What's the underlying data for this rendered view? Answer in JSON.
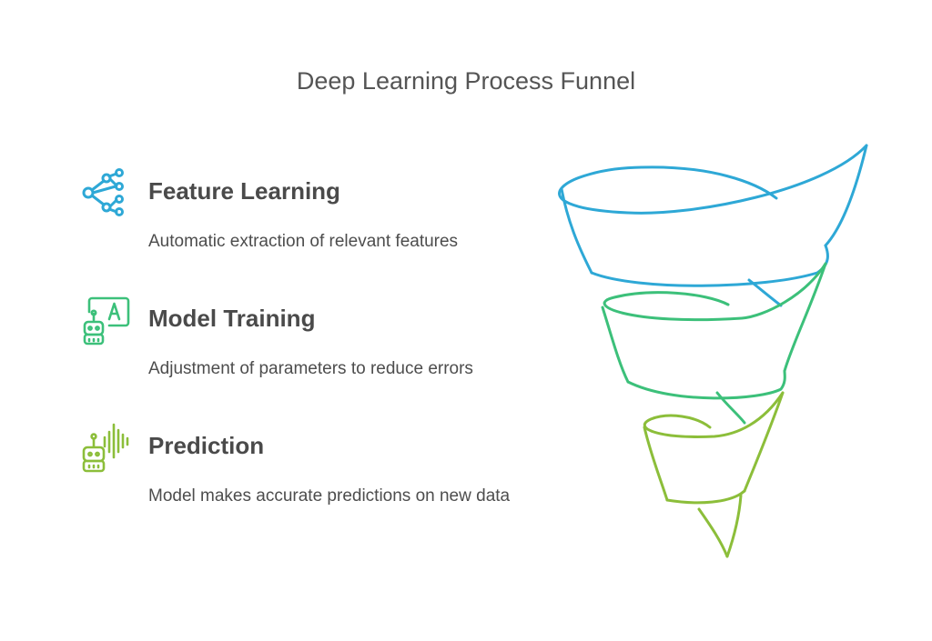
{
  "title": "Deep Learning Process Funnel",
  "colors": {
    "feature_learning": "#2ea8d6",
    "model_training": "#3cc07a",
    "prediction": "#8cbe3a"
  },
  "items": [
    {
      "icon": "network-nodes-icon",
      "title": "Feature Learning",
      "description": "Automatic extraction of relevant features"
    },
    {
      "icon": "robot-screen-icon",
      "title": "Model Training",
      "description": "Adjustment of parameters to reduce errors"
    },
    {
      "icon": "robot-soundwave-icon",
      "title": "Prediction",
      "description": "Model makes accurate predictions on new data"
    }
  ]
}
